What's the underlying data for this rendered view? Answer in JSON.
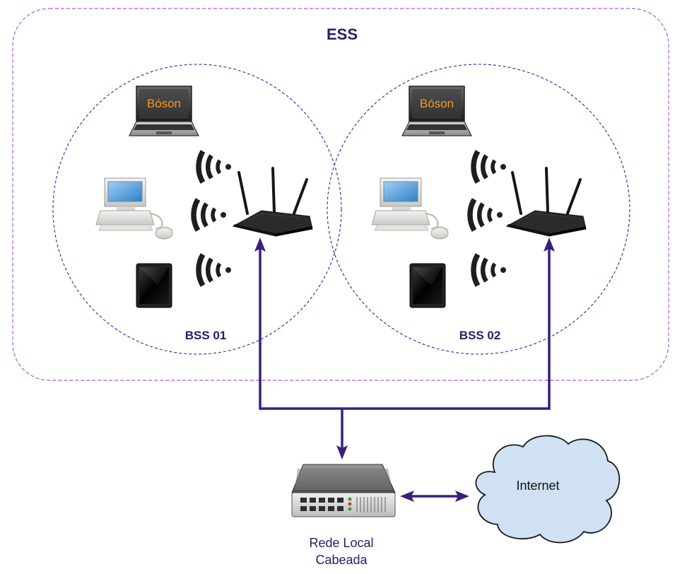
{
  "ess": {
    "label": "ESS"
  },
  "bss": [
    {
      "label": "BSS 01",
      "laptop_screen_text": "Bóson"
    },
    {
      "label": "BSS 02",
      "laptop_screen_text": "Bóson"
    }
  ],
  "wired_lan": {
    "label_line1": "Rede Local",
    "label_line2": "Cabeada"
  },
  "internet": {
    "label": "Internet"
  },
  "colors": {
    "ess_border": "#b05bd1",
    "bss_border": "#2a2aa8",
    "link": "#3a1f7a",
    "label": "#2e1a66",
    "boson_text": "#f39a1e",
    "cloud_fill": "#cfe1f3"
  },
  "icons": [
    "laptop-icon",
    "desktop-computer-icon",
    "tablet-icon",
    "wifi-signal-icon",
    "wireless-router-icon",
    "network-switch-icon",
    "cloud-icon"
  ]
}
